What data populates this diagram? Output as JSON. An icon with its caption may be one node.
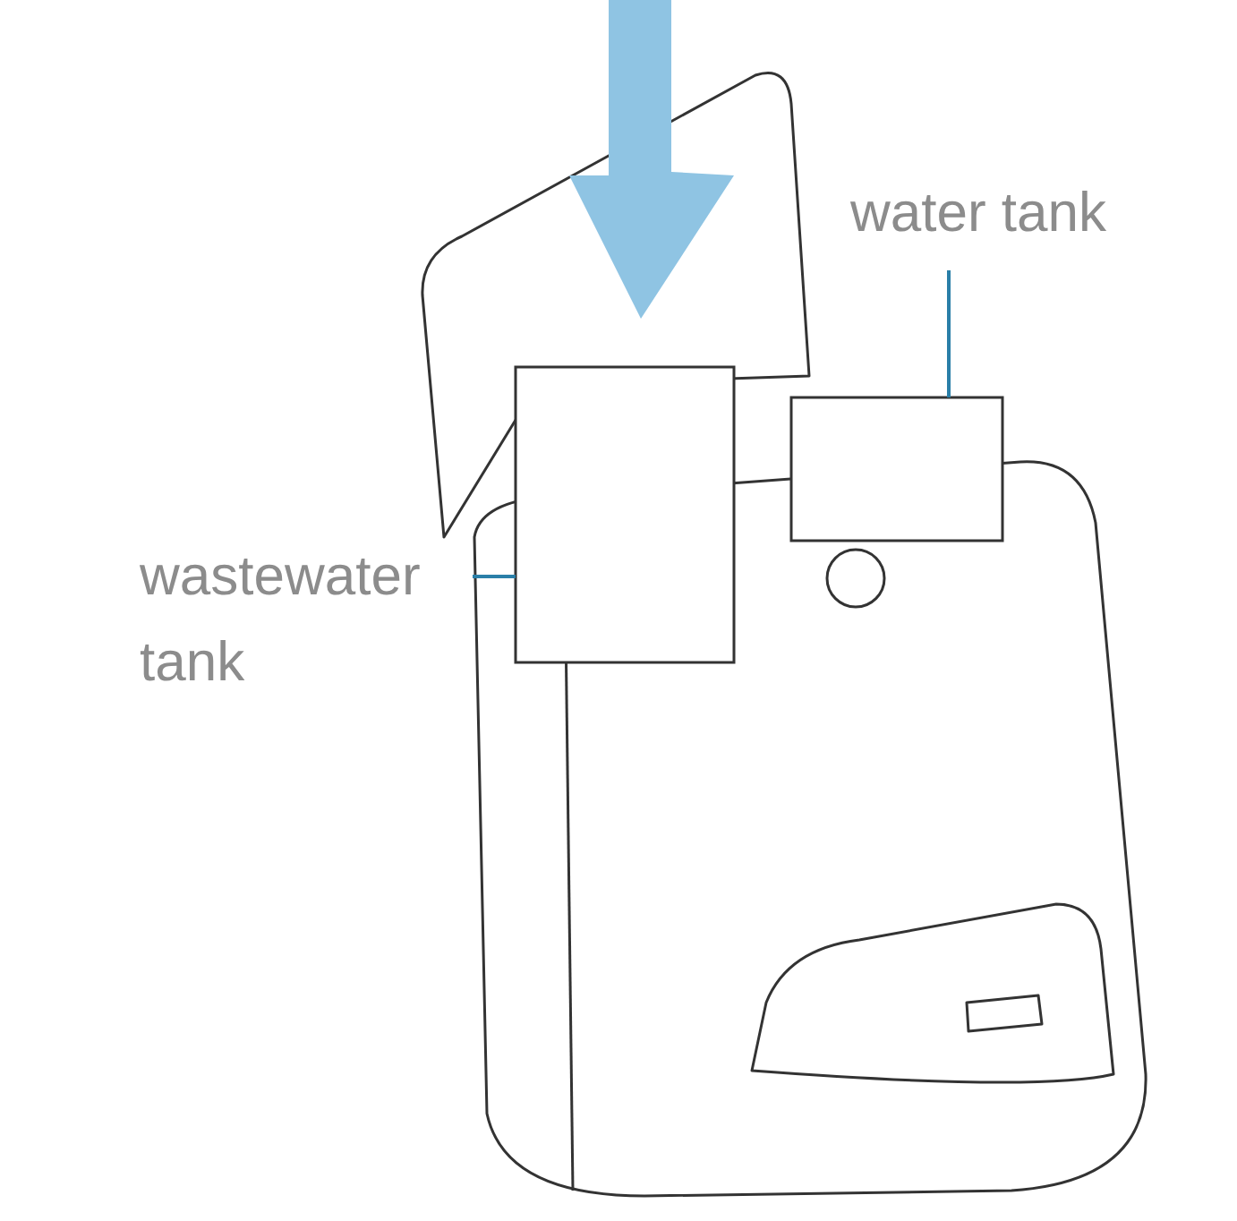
{
  "diagram": {
    "nodes": [
      {
        "text": [
          "wastewater tank"
        ]
      },
      {
        "text": [],
        "shape": "box"
      },
      {
        "text": [
          "water tank"
        ]
      },
      {
        "text": [],
        "shape": "box"
      }
    ],
    "edges": [
      {
        "from": 0,
        "to": 1,
        "arrow": "none"
      },
      {
        "from": 2,
        "to": 3,
        "arrow": "none"
      }
    ]
  }
}
